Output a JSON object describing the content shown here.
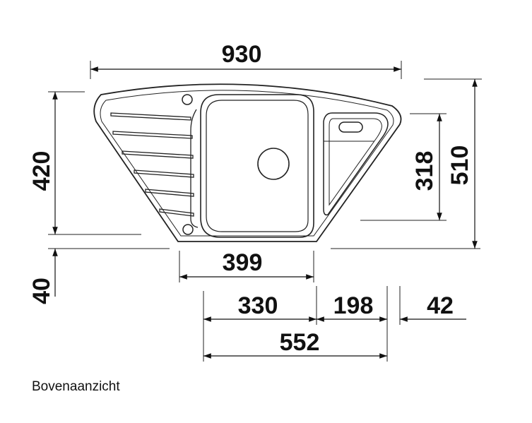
{
  "dimensions": {
    "overall_width": "930",
    "front_depth": "420",
    "bowl_depth": "318",
    "overall_depth": "510",
    "bowl_width": "399",
    "offset_40": "40",
    "seg_330": "330",
    "seg_198": "198",
    "seg_42": "42",
    "total_552": "552"
  },
  "caption": "Bovenaanzicht"
}
